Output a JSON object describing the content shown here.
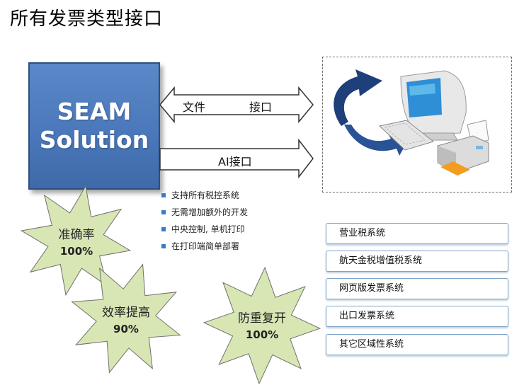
{
  "title": "所有发票类型接口",
  "seam": {
    "line1": "SEAM",
    "line2": "Solution"
  },
  "arrows": {
    "top_left": "文件",
    "top_right": "接口",
    "bottom": "AI接口"
  },
  "features": [
    "支持所有税控系统",
    "无需增加额外的开发",
    "中央控制, 单机打印",
    "在打印端简单部署"
  ],
  "systems": [
    "营业税系统",
    "航天金税增值税系统",
    "网页版发票系统",
    "出口发票系统",
    "其它区域性系统"
  ],
  "badges": [
    {
      "label": "准确率",
      "value": "100%"
    },
    {
      "label": "效率提高",
      "value": "90%"
    },
    {
      "label": "防重复开",
      "value": "100%"
    }
  ],
  "colors": {
    "box_blue": "#4a78ba",
    "star_fill": "#d8e6b4",
    "item_border": "#7fa3c6",
    "bullet": "#3a7bc8"
  }
}
